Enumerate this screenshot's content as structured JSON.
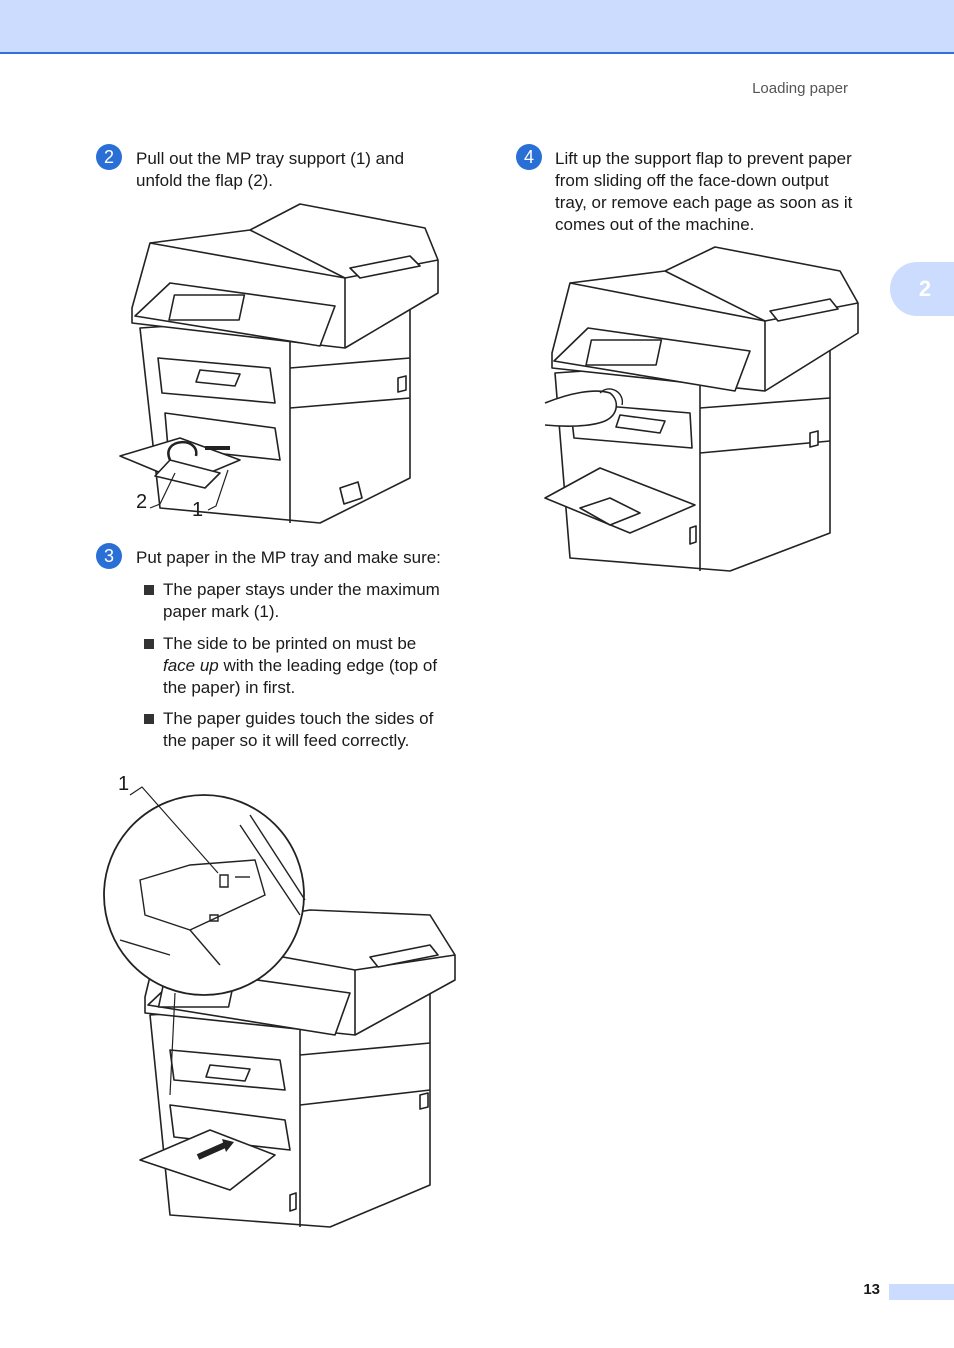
{
  "header": {
    "running_head": "Loading paper",
    "chapter_tab": "2"
  },
  "steps": [
    {
      "number": "2",
      "text_lines": [
        "Pull out the MP tray support (1) and",
        "unfold the flap (2)."
      ]
    },
    {
      "number": "3",
      "text_lines": [
        "Put paper in the MP tray and make sure:"
      ],
      "bullets": [
        {
          "parts": [
            {
              "text": "The paper stays under the maximum",
              "italic": false,
              "br": true
            },
            {
              "text": "paper mark (1).",
              "italic": false,
              "br": false
            }
          ]
        },
        {
          "parts": [
            {
              "text": "The side to be printed on must be",
              "italic": false,
              "br": true
            },
            {
              "text": "face up",
              "italic": true,
              "br": false
            },
            {
              "text": " with the leading edge (top of",
              "italic": false,
              "br": true
            },
            {
              "text": "the paper) in first.",
              "italic": false,
              "br": false
            }
          ]
        },
        {
          "parts": [
            {
              "text": "The paper guides touch the sides of",
              "italic": false,
              "br": true
            },
            {
              "text": "the paper so it will feed correctly.",
              "italic": false,
              "br": false
            }
          ]
        }
      ]
    },
    {
      "number": "4",
      "text_lines": [
        "Lift up the support flap to prevent paper",
        "from sliding off the face-down output",
        "tray, or remove each page as soon as it",
        "comes out of the machine."
      ]
    }
  ],
  "figures": {
    "fig1": {
      "callout_flap": "2",
      "callout_support": "1"
    },
    "fig2": {
      "callout_mark": "1"
    }
  },
  "footer": {
    "page_number": "13"
  },
  "colors": {
    "accent": "#2a6fd6",
    "band": "#cbdcff",
    "rule": "#2f6fe0"
  },
  "icons": [
    "printer-illustration",
    "magnifier-circle",
    "arrow-icon"
  ]
}
